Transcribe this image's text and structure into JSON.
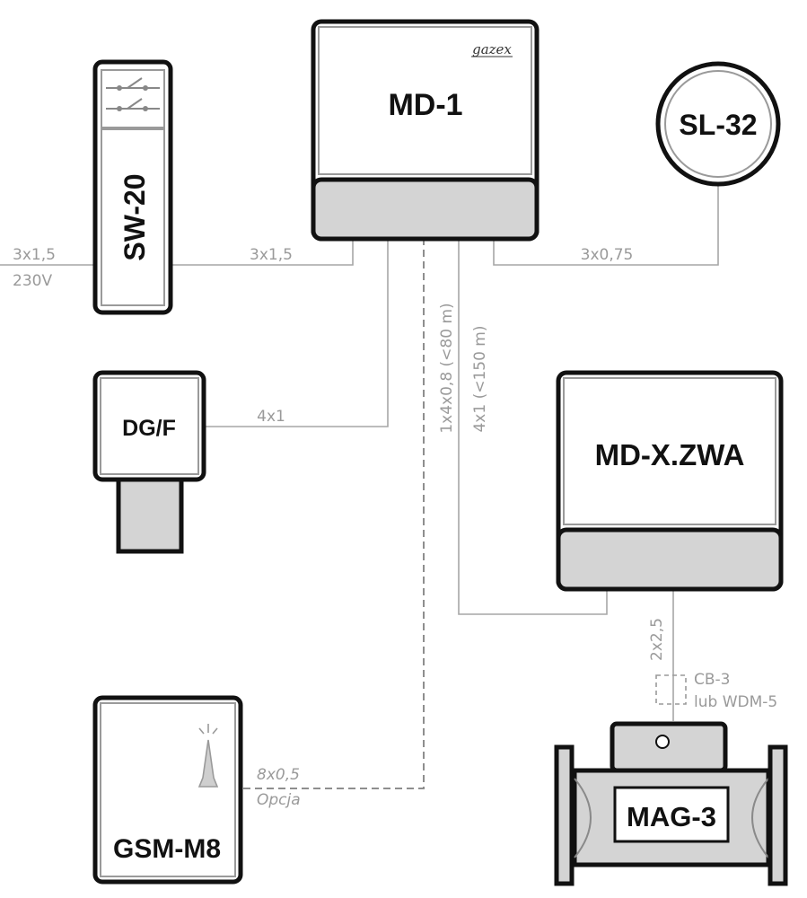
{
  "devices": {
    "md1": {
      "label": "MD-1",
      "brand": "gazex"
    },
    "sl32": {
      "label": "SL-32"
    },
    "sw20": {
      "label": "SW-20"
    },
    "dgf": {
      "label": "DG/F"
    },
    "mdx": {
      "label": "MD-X.ZWA"
    },
    "gsm": {
      "label": "GSM-M8"
    },
    "mag3": {
      "label": "MAG-3"
    }
  },
  "cables": {
    "mains": "3x1,5",
    "mains_voltage": "230V",
    "sw_to_md": "3x1,5",
    "md_to_sl": "3x0,75",
    "dg_to_md": "4x1",
    "md_to_gsm": "1x4x0,8 (<80 m)",
    "md_to_mdx": "4x1 (<150 m)",
    "mdx_to_mag": "2x2,5",
    "gsm_cable": "8x0,5",
    "gsm_option": "Opcja",
    "cb3": "CB-3",
    "wdm5": "lub WDM-5"
  }
}
